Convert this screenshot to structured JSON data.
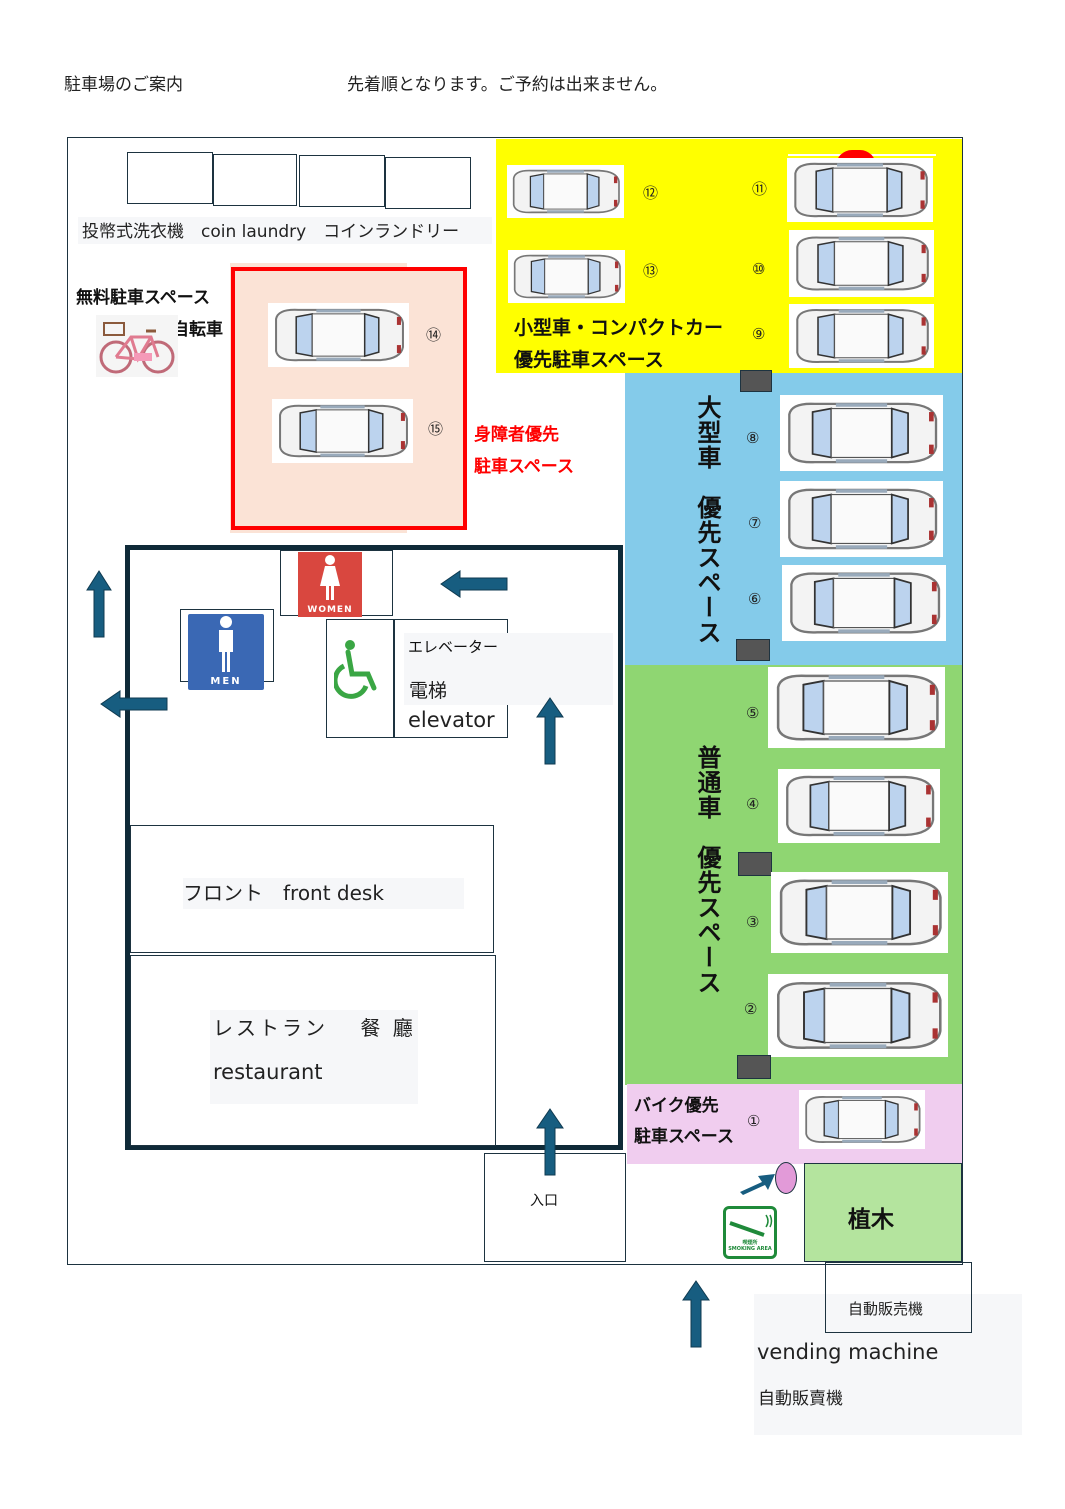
{
  "header": {
    "title": "駐車場のご案内",
    "notice": "先着順となります。ご予約は出来ません。"
  },
  "laundry": {
    "label": "投幣式洗衣機　coin laundry　コインランドリー",
    "machine_count": 4
  },
  "bicycle": {
    "free_label": "無料駐車スペース",
    "bike_label": "自転車",
    "icon": "bicycle-icon"
  },
  "zones": {
    "disabled": {
      "label_line1": "身障者優先",
      "label_line2": "駐車スペース",
      "color": "#ff0000",
      "fill": "#fbe3d6"
    },
    "compact": {
      "label_line1": "小型車・コンパクトカー",
      "label_line2": "優先駐車スペース",
      "fill": "#ffff00"
    },
    "large": {
      "label": "大型車　優先スペース",
      "fill": "#84cbea"
    },
    "standard": {
      "label": "普通車　優先スペース",
      "fill": "#8fd672"
    },
    "motorbike": {
      "label_line1": "バイク優先",
      "label_line2": "駐車スペース",
      "fill": "#f0cdef"
    },
    "plants": {
      "label": "植木",
      "fill": "#b4e49e"
    }
  },
  "spaces": {
    "s1": "①",
    "s2": "②",
    "s3": "③",
    "s4": "④",
    "s5": "⑤",
    "s6": "⑥",
    "s7": "⑦",
    "s8": "⑧",
    "s9": "⑨",
    "s10": "⑩",
    "s11": "⑪",
    "s12": "⑫",
    "s13": "⑬",
    "s14": "⑭",
    "s15": "⑮"
  },
  "building": {
    "women_label": "WOMEN",
    "men_label": "MEN",
    "women_color": "#d9473f",
    "men_color": "#3a68b4",
    "elevator_jp": "エレベーター",
    "elevator_cn": "電梯",
    "elevator_en": "elevator",
    "front_desk": "フロント　front desk",
    "restaurant_jp": "レストラン　 餐 廳",
    "restaurant_en": "restaurant",
    "entrance": "入口",
    "wheelchair_color": "#3aa644"
  },
  "outside": {
    "smoking_label": "喫煙所",
    "smoking_en": "SMOKING AREA",
    "smoking_color": "#1f8a3a",
    "vending_jp": "自動販売機",
    "vending_en": "vending  machine",
    "vending_cn": "自動販賣機"
  },
  "colors": {
    "arrow": "#175d80",
    "wall": "#0f2a38"
  }
}
